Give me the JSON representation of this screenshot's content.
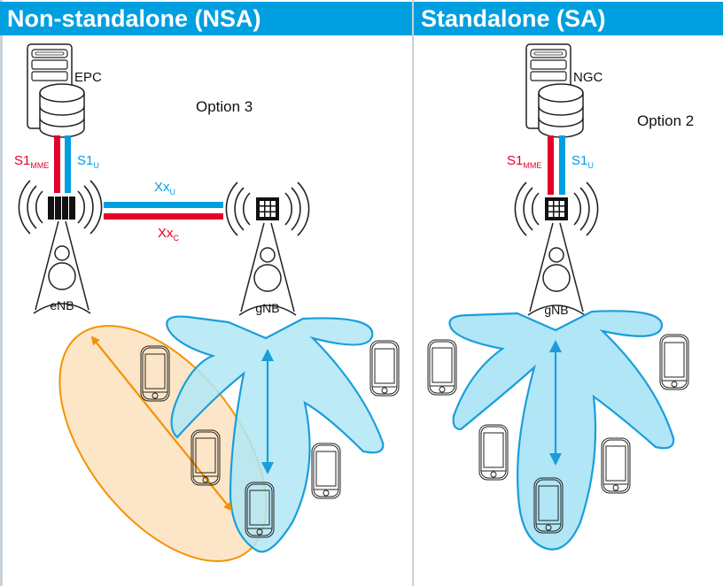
{
  "panels": {
    "nsa": {
      "title": "Non-standalone (NSA)",
      "option": "Option 3",
      "core": "EPC",
      "lte_station": "eNB",
      "nr_station": "gNB",
      "iface_control": {
        "main": "S1",
        "sub": "MME"
      },
      "iface_user": {
        "main": "S1",
        "sub": "U"
      },
      "x2_user": {
        "main": "Xx",
        "sub": "U"
      },
      "x2_control": {
        "main": "Xx",
        "sub": "C"
      }
    },
    "sa": {
      "title": "Standalone (SA)",
      "option": "Option 2",
      "core": "NGC",
      "nr_station": "gNB",
      "iface_control": {
        "main": "S1",
        "sub": "MME"
      },
      "iface_user": {
        "main": "S1",
        "sub": "U"
      }
    }
  },
  "colors": {
    "header": "#009fe0",
    "control_plane": "#e4002b",
    "user_plane": "#009fe0",
    "lte_coverage": "#f39200",
    "lte_fill": "#fde6c8",
    "nr_beam": "#1a9edb",
    "nr_fill": "#b0e6f6"
  }
}
